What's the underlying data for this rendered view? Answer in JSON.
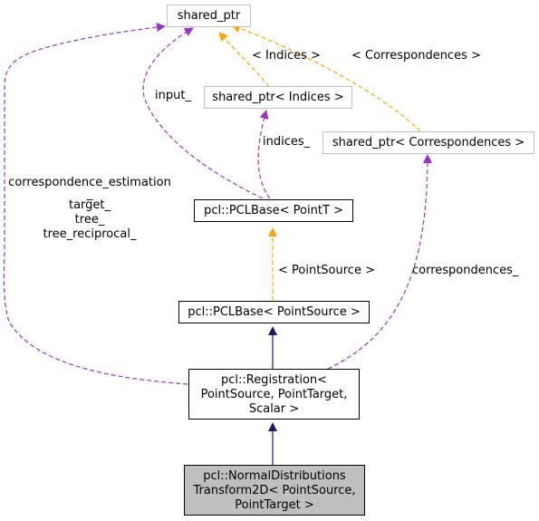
{
  "colors": {
    "inheritance": "#191970",
    "usage": "#9a32cd",
    "template": "#ffa500",
    "active_fill": "#bfbfbf"
  },
  "nodes": {
    "shared_ptr": "shared_ptr",
    "shared_ptr_indices": "shared_ptr< Indices >",
    "shared_ptr_correspondences": "shared_ptr< Correspondences >",
    "pclbase_pointt": "pcl::PCLBase< PointT >",
    "pclbase_pointsource": "pcl::PCLBase< PointSource >",
    "registration": [
      "pcl::Registration<",
      "PointSource, PointTarget,",
      "Scalar >"
    ],
    "ndt2d": [
      "pcl::NormalDistributions",
      "Transform2D< PointSource,",
      "PointTarget >"
    ]
  },
  "edge_labels": {
    "indices_template": "< Indices >",
    "correspondences_template": "< Correspondences >",
    "input": "input_",
    "indices": "indices_",
    "point_source_template": "< PointSource >",
    "correspondences": "correspondences_",
    "registration_members": [
      "correspondence_estimation",
      "_",
      "target_",
      "tree_",
      "tree_reciprocal_"
    ]
  }
}
